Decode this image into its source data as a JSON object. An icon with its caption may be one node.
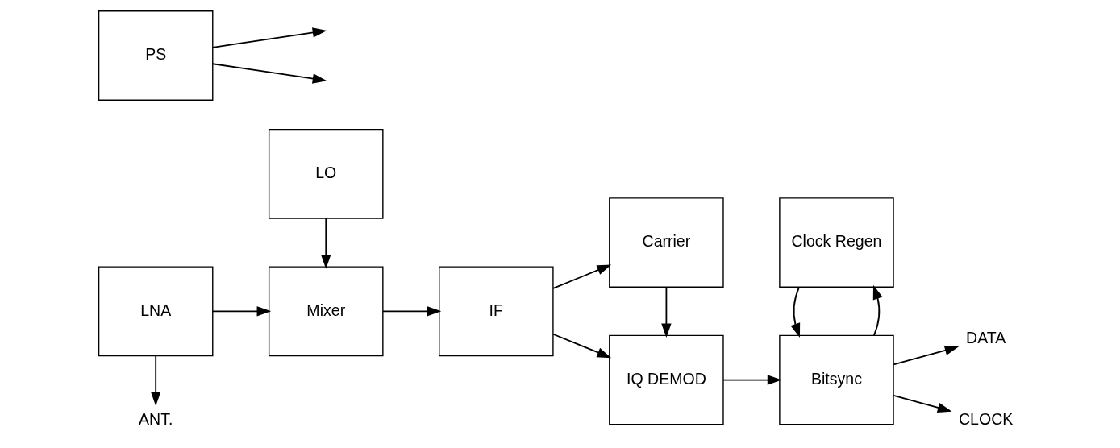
{
  "diagram": {
    "nodes": [
      {
        "text": [
          "ANT."
        ]
      },
      {
        "text": [
          "LNA"
        ]
      },
      {
        "text": [
          "Mixer"
        ]
      },
      {
        "text": [
          "IF"
        ]
      },
      {
        "text": [
          "IQ DEMOD"
        ]
      },
      {
        "text": [
          "Bitsync"
        ]
      },
      {
        "text": [
          "DATA"
        ]
      },
      {
        "text": [
          "CLOCK"
        ]
      },
      {
        "text": [
          "PS"
        ]
      },
      {
        "text": [
          "LO"
        ]
      },
      {
        "text": [
          "Carrier"
        ]
      },
      {
        "text": [
          "Clock Regen"
        ]
      }
    ],
    "edges": [
      {
        "from": 1,
        "to": 0,
        "arrow": "to"
      },
      {
        "from": 1,
        "to": 2,
        "arrow": "to"
      },
      {
        "from": 2,
        "to": 3,
        "arrow": "to"
      },
      {
        "from": 3,
        "to": 4,
        "arrow": "to"
      },
      {
        "from": 4,
        "to": 5,
        "arrow": "to"
      },
      {
        "from": 5,
        "to": 6,
        "arrow": "to"
      },
      {
        "from": 5,
        "to": 7,
        "arrow": "to"
      },
      {
        "from": 9,
        "to": 2,
        "arrow": "to"
      },
      {
        "from": 3,
        "to": 10,
        "arrow": "to"
      },
      {
        "from": 10,
        "to": 4,
        "arrow": "to"
      },
      {
        "from": 5,
        "to": 11,
        "arrow": "to"
      },
      {
        "from": 11,
        "to": 5,
        "arrow": "to"
      },
      {
        "from": 8,
        "to": null,
        "arrow": "to"
      },
      {
        "from": 8,
        "to": null,
        "arrow": "to"
      }
    ]
  }
}
